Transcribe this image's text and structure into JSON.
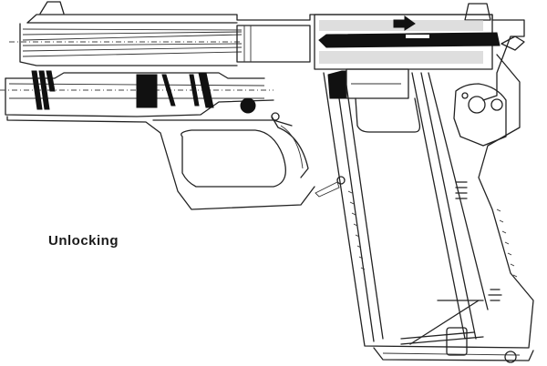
{
  "diagram": {
    "caption": "Unlocking",
    "subject": "pistol-cutaway",
    "state": "unlocking",
    "motion_arrow": "right",
    "colors": {
      "line": "#222222",
      "fill_solid": "#111111",
      "background": "#ffffff"
    }
  }
}
